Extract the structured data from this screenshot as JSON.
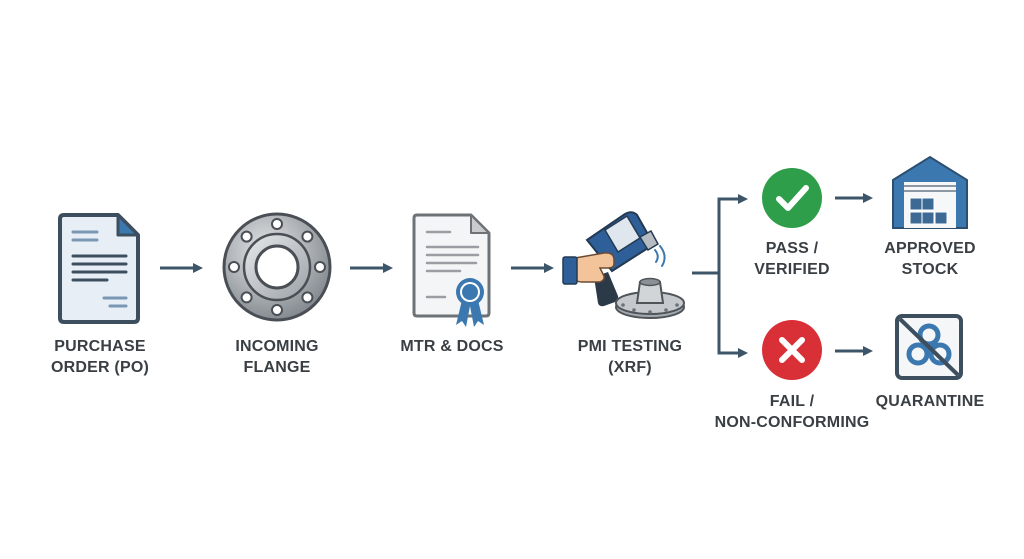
{
  "title": "Flange PMI Inspection Workflow",
  "colors": {
    "arrow": "#3d5569",
    "pass": "#2e9e4a",
    "fail": "#d93038",
    "accent_blue": "#3c78b0",
    "dark_outline": "#3d4f5e",
    "text": "#3a3f44"
  },
  "steps": [
    {
      "id": "po",
      "icon": "document-icon",
      "label_lines": [
        "PURCHASE",
        "ORDER (PO)"
      ]
    },
    {
      "id": "flange",
      "icon": "flange-icon",
      "label_lines": [
        "INCOMING",
        "FLANGE"
      ]
    },
    {
      "id": "mtr",
      "icon": "certificate-icon",
      "label_lines": [
        "MTR & DOCS"
      ]
    },
    {
      "id": "pmi",
      "icon": "xrf-analyzer-icon",
      "label_lines": [
        "PMI TESTING",
        "(XRF)"
      ]
    }
  ],
  "branches": {
    "pass": {
      "icon": "check-circle-icon",
      "label_lines": [
        "PASS /",
        "VERIFIED"
      ],
      "outcome": {
        "icon": "warehouse-icon",
        "label_lines": [
          "APPROVED",
          "STOCK"
        ]
      }
    },
    "fail": {
      "icon": "x-circle-icon",
      "label_lines": [
        "FAIL /",
        "NON-CONFORMING"
      ],
      "outcome": {
        "icon": "quarantine-icon",
        "label_lines": [
          "QUARANTINE"
        ]
      }
    }
  }
}
